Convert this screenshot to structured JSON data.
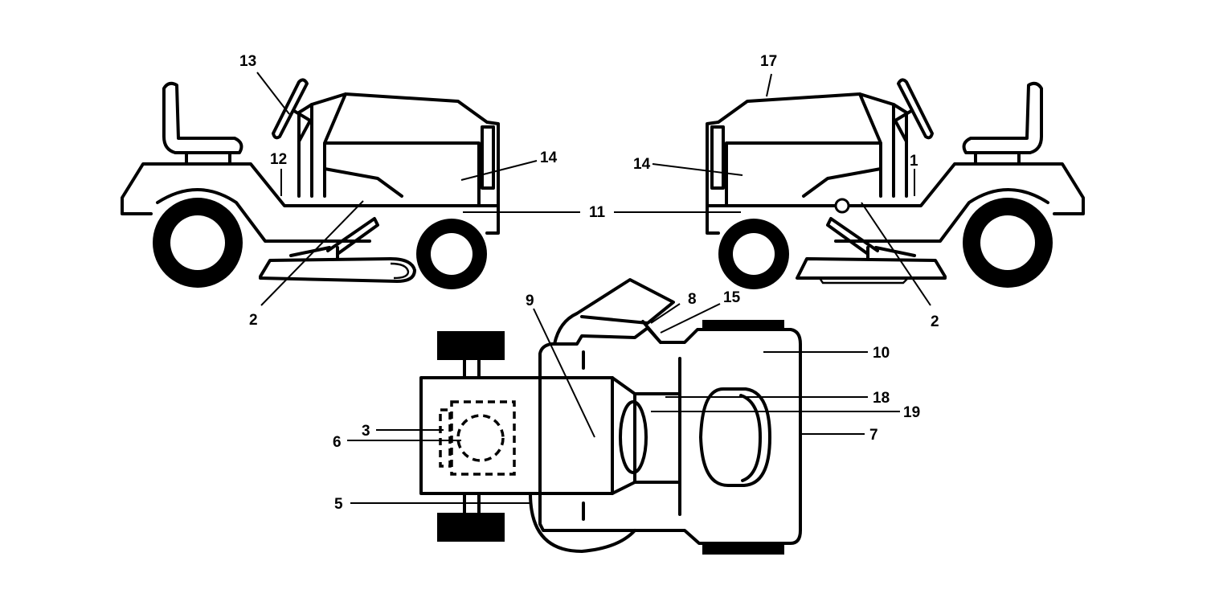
{
  "labels": {
    "l1": "1",
    "l2a": "2",
    "l2b": "2",
    "l3": "3",
    "l5": "5",
    "l6": "6",
    "l7": "7",
    "l8": "8",
    "l9": "9",
    "l10": "10",
    "l11": "11",
    "l12": "12",
    "l13": "13",
    "l14a": "14",
    "l14b": "14",
    "l15": "15",
    "l17": "17",
    "l18": "18",
    "l19": "19"
  },
  "colors": {
    "line": "#000000",
    "background": "#ffffff"
  }
}
